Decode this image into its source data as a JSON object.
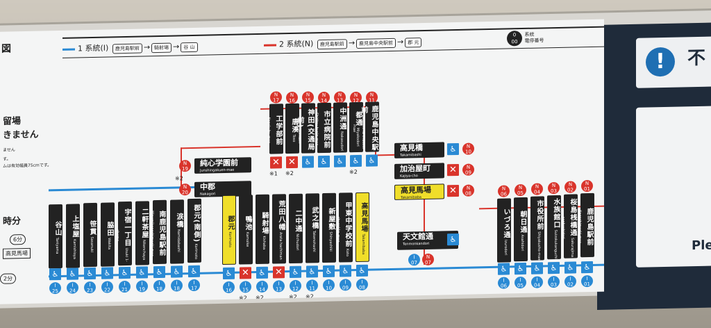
{
  "legend": {
    "system1_label": "1 系統(I)",
    "system1_stops": [
      "鹿児島駅前",
      "騎射場",
      "谷 山"
    ],
    "system2_label": "2 系統(N)",
    "system2_stops": [
      "鹿児島駅前",
      "鹿児島中央駅前",
      "郡 元"
    ],
    "key_top": "0",
    "key_bottom": "00",
    "key_system": "系統",
    "key_stop": "電停番号"
  },
  "left_panel": {
    "title_fragment": "図",
    "heading_fragment": "留場",
    "heading2_fragment": "きません",
    "small_line1": "ません",
    "small_line2": "す。",
    "small_line3": "ムは有効幅員75cmです。",
    "time_heading": "時分",
    "time1": "6分",
    "time2": "2分",
    "dest": "高見馬場"
  },
  "right_panel": {
    "notice_text": "不",
    "ple_text": "Ple"
  },
  "red_branch": [
    {
      "name": "工学部前",
      "rom": "Kogakubu-mae",
      "num": "17",
      "acc": false,
      "note": "※1"
    },
    {
      "name": "唐湊",
      "rom": "Toso",
      "num": "16",
      "acc": false,
      "note": "※2"
    },
    {
      "name": "神田(交通局前)",
      "rom": "Shinden",
      "num": "15",
      "acc": true,
      "note": ""
    },
    {
      "name": "市立病院前",
      "rom": "Shiritsu byoin-mae",
      "num": "14",
      "acc": true,
      "note": ""
    },
    {
      "name": "中洲通",
      "rom": "Nakasudori",
      "num": "13",
      "acc": true,
      "note": ""
    },
    {
      "name": "都通",
      "rom": "Miyakodori",
      "num": "12",
      "acc": true,
      "note": "※2"
    },
    {
      "name": "鹿児島中央駅前",
      "rom": "Kagoshima chuoeki-mae",
      "num": "11",
      "acc": true,
      "note": ""
    }
  ],
  "red_side": [
    {
      "name": "純心学園前",
      "rom": "Junshingakuen-mae",
      "num": "19",
      "note": "※2"
    },
    {
      "name": "中郡",
      "rom": "Nakagori",
      "num": "20",
      "note": ""
    }
  ],
  "red_right": [
    {
      "name": "高見橋",
      "rom": "Takamibashi",
      "num": "10",
      "acc": true
    },
    {
      "name": "加治屋町",
      "rom": "Kajiya-cho",
      "num": "09",
      "acc": false
    },
    {
      "name": "高見馬場",
      "rom": "Takamibaba",
      "num": "08",
      "acc": false
    }
  ],
  "left_stops": [
    {
      "name": "谷山",
      "rom": "Taniyama",
      "num": "25"
    },
    {
      "name": "上塩屋",
      "rom": "Kamishioya",
      "num": "24"
    },
    {
      "name": "笹貫",
      "rom": "Sasanuki",
      "num": "23"
    },
    {
      "name": "脇田",
      "rom": "Wakita",
      "num": "22"
    },
    {
      "name": "宇宿一丁目",
      "rom": "Usuki 1-chome",
      "num": "21"
    },
    {
      "name": "二軒茶屋",
      "rom": "Nikenchaya",
      "num": "19"
    },
    {
      "name": "南鹿児島駅前",
      "rom": "Minamikagoshimaeki-mae",
      "num": "18"
    },
    {
      "name": "涙橋",
      "rom": "Namidabashi",
      "num": "18"
    },
    {
      "name": "郡元(南側)",
      "rom": "Korimoto",
      "num": "17"
    }
  ],
  "middle_stops": [
    {
      "name": "郡元",
      "rom": "Korimoto",
      "num": "16",
      "acc": true,
      "yellow": true,
      "note": ""
    },
    {
      "name": "鴨池",
      "rom": "Kamoike",
      "num": "15",
      "acc": false,
      "yellow": false,
      "note": "※2"
    },
    {
      "name": "騎射場",
      "rom": "Kishaba",
      "num": "14",
      "acc": true,
      "yellow": false,
      "note": "※2"
    },
    {
      "name": "荒田八幡",
      "rom": "Arata hachiman",
      "num": "13",
      "acc": false,
      "yellow": false,
      "note": ""
    },
    {
      "name": "二中通",
      "rom": "Nichudori",
      "num": "12",
      "acc": true,
      "yellow": false,
      "note": "※2"
    },
    {
      "name": "武之橋",
      "rom": "Takenohashi",
      "num": "11",
      "acc": true,
      "yellow": false,
      "note": "※2"
    },
    {
      "name": "新屋敷",
      "rom": "Shinyashiki",
      "num": "10",
      "acc": true,
      "yellow": false,
      "note": ""
    },
    {
      "name": "甲東中学校前",
      "rom": "Koto chugakko-mae",
      "num": "09",
      "acc": true,
      "yellow": false,
      "note": ""
    },
    {
      "name": "高見馬場",
      "rom": "Takamibaba",
      "num": "08",
      "acc": true,
      "yellow": true,
      "note": ""
    }
  ],
  "hub": {
    "name": "天文館通",
    "rom": "Tenmonkandori",
    "num1": "07",
    "num2": "07"
  },
  "right_stops": [
    {
      "name": "いづろ通",
      "rom": "Izurodori",
      "num": "06"
    },
    {
      "name": "朝日通",
      "rom": "Asahidori",
      "num": "05"
    },
    {
      "name": "市役所前",
      "rom": "Shiyakusho-mae",
      "num": "04"
    },
    {
      "name": "水族館口",
      "rom": "Suizokukanguchi",
      "num": "03"
    },
    {
      "name": "桜島桟橋通",
      "rom": "Sakurajima sanbashidori",
      "num": "02"
    },
    {
      "name": "鹿児島駅前",
      "rom": "Kagoshimaeki-mae",
      "num": "01"
    }
  ],
  "letters": {
    "I": "I",
    "N": "N"
  },
  "icons": {
    "accessible": "♿",
    "not_accessible": "✕"
  },
  "colors": {
    "blue": "#2a8ad4",
    "red": "#d9342b",
    "yellow": "#f0de2a",
    "dark": "#222222"
  }
}
